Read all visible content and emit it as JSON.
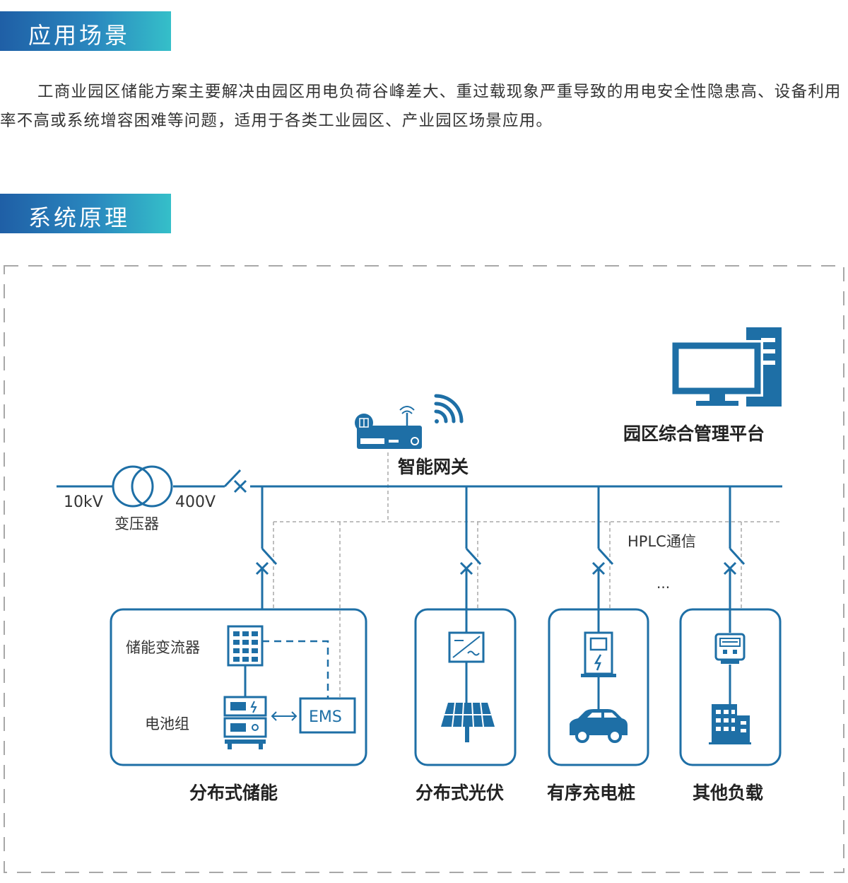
{
  "sections": {
    "scenario_title": "应用场景",
    "scenario_text": "工商业园区储能方案主要解决由园区用电负荷谷峰差大、重过载现象严重导致的用电安全性隐患高、设备利用率不高或系统增容困难等问题，适用于各类工业园区、产业园区场景应用。",
    "principle_title": "系统原理"
  },
  "diagram": {
    "left_voltage": "10kV",
    "right_voltage": "400V",
    "transformer": "变压器",
    "gateway": "智能网关",
    "platform": "园区综合管理平台",
    "hplc": "HPLC通信",
    "ellipsis": "...",
    "pcs": "储能变流器",
    "battery": "电池组",
    "ems": "EMS",
    "storage": "分布式储能",
    "pv": "分布式光伏",
    "charger": "有序充电桩",
    "other": "其他负载"
  },
  "colors": {
    "primary": "#1e6fa6",
    "dashed": "#a8a8a8"
  }
}
